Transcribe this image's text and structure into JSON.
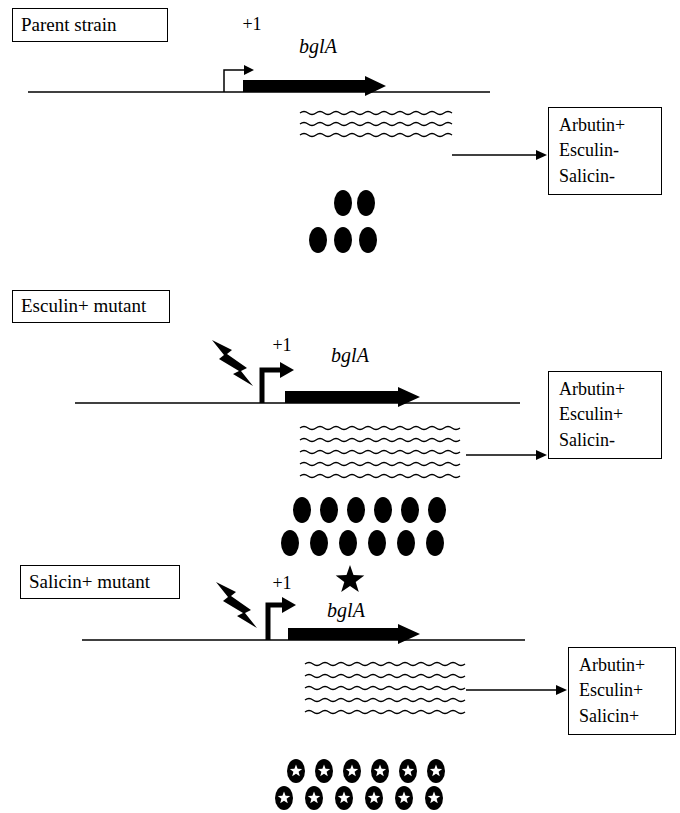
{
  "diagram": {
    "nodes": [
      {
        "text": [
          "Parent strain"
        ]
      },
      {
        "text": [
          "Arbutin+",
          "Esculin-",
          "Salicin-"
        ]
      },
      {
        "text": [
          "Esculin+ mutant"
        ]
      },
      {
        "text": [
          "Arbutin+",
          "Esculin+",
          "Salicin-"
        ]
      },
      {
        "text": [
          "Salicin+ mutant"
        ]
      },
      {
        "text": [
          "Arbutin+",
          "Esculin+",
          "Salicin+"
        ]
      }
    ],
    "labels": [
      "+1",
      "bglA",
      "+1",
      "bglA",
      "+1",
      "bglA"
    ]
  }
}
